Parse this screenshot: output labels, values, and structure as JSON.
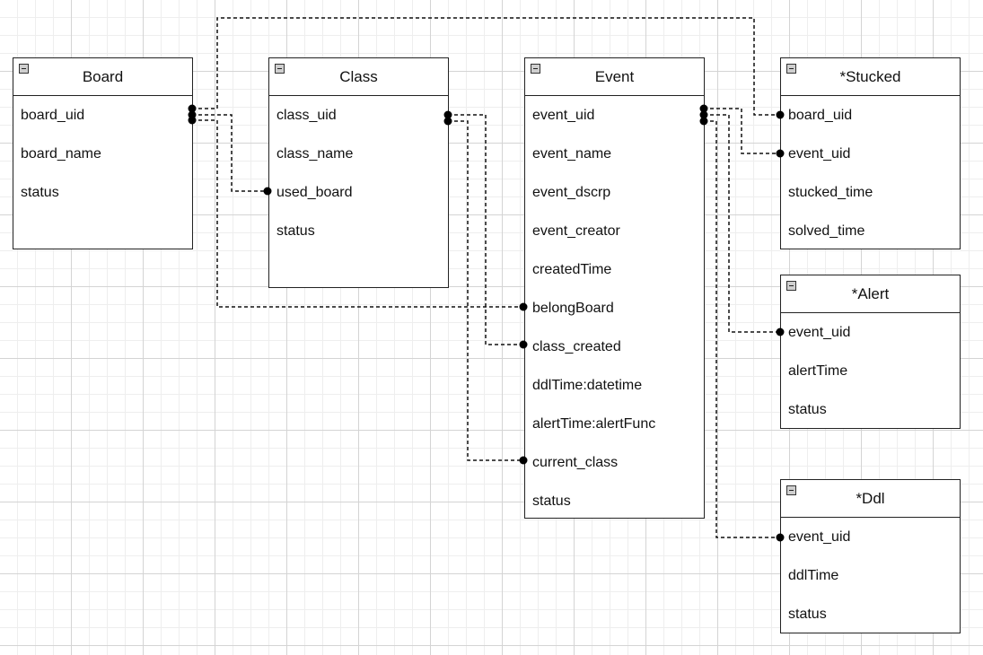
{
  "entities": {
    "board": {
      "title": "Board",
      "fields": [
        "board_uid",
        "board_name",
        "status"
      ]
    },
    "class": {
      "title": "Class",
      "fields": [
        "class_uid",
        "class_name",
        "used_board",
        "status"
      ]
    },
    "event": {
      "title": "Event",
      "fields": [
        "event_uid",
        "event_name",
        "event_dscrp",
        "event_creator",
        "createdTime",
        "belongBoard",
        "class_created",
        "ddlTime:datetime",
        "alertTime:alertFunc",
        "current_class",
        "status"
      ]
    },
    "stucked": {
      "title": "*Stucked",
      "fields": [
        "board_uid",
        "event_uid",
        "stucked_time",
        "solved_time"
      ]
    },
    "alert": {
      "title": "*Alert",
      "fields": [
        "event_uid",
        "alertTime",
        "status"
      ]
    },
    "ddl": {
      "title": "*Ddl",
      "fields": [
        "event_uid",
        "ddlTime",
        "status"
      ]
    }
  },
  "relations": [
    {
      "from": "Board.board_uid",
      "to": "Class.used_board"
    },
    {
      "from": "Board.board_uid",
      "to": "Event.belongBoard"
    },
    {
      "from": "Board.board_uid",
      "to": "*Stucked.board_uid"
    },
    {
      "from": "Class.class_uid",
      "to": "Event.class_created"
    },
    {
      "from": "Class.class_uid",
      "to": "Event.current_class"
    },
    {
      "from": "Event.event_uid",
      "to": "*Stucked.event_uid"
    },
    {
      "from": "Event.event_uid",
      "to": "*Alert.event_uid"
    },
    {
      "from": "Event.event_uid",
      "to": "*Ddl.event_uid"
    }
  ]
}
